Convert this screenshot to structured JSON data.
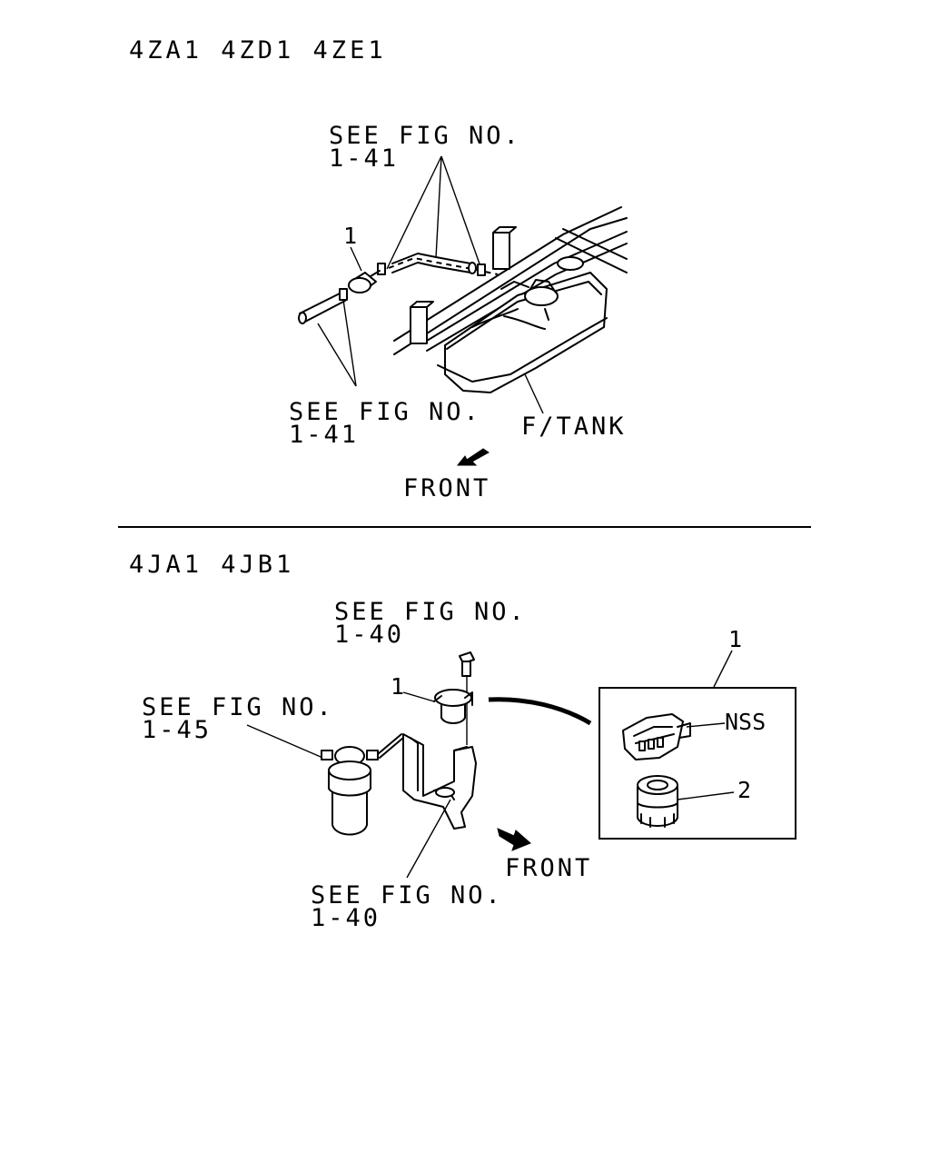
{
  "top_section": {
    "engines": "4ZA1 4ZD1 4ZE1",
    "ref_upper": {
      "line1": "SEE FIG NO.",
      "line2": "1-41"
    },
    "ref_lower": {
      "line1": "SEE FIG NO.",
      "line2": "1-41"
    },
    "part_callout": "1",
    "tank_label": "F/TANK",
    "front_label": "FRONT"
  },
  "bottom_section": {
    "engines": "4JA1 4JB1",
    "ref_top": {
      "line1": "SEE FIG NO.",
      "line2": "1-40"
    },
    "ref_left": {
      "line1": "SEE FIG NO.",
      "line2": "1-45"
    },
    "ref_bottom": {
      "line1": "SEE FIG NO.",
      "line2": "1-40"
    },
    "part_callout": "1",
    "detail_callout": "1",
    "nss_label": "NSS",
    "element_callout": "2",
    "front_label": "FRONT"
  },
  "colors": {
    "ink": "#000000",
    "paper": "#ffffff"
  }
}
